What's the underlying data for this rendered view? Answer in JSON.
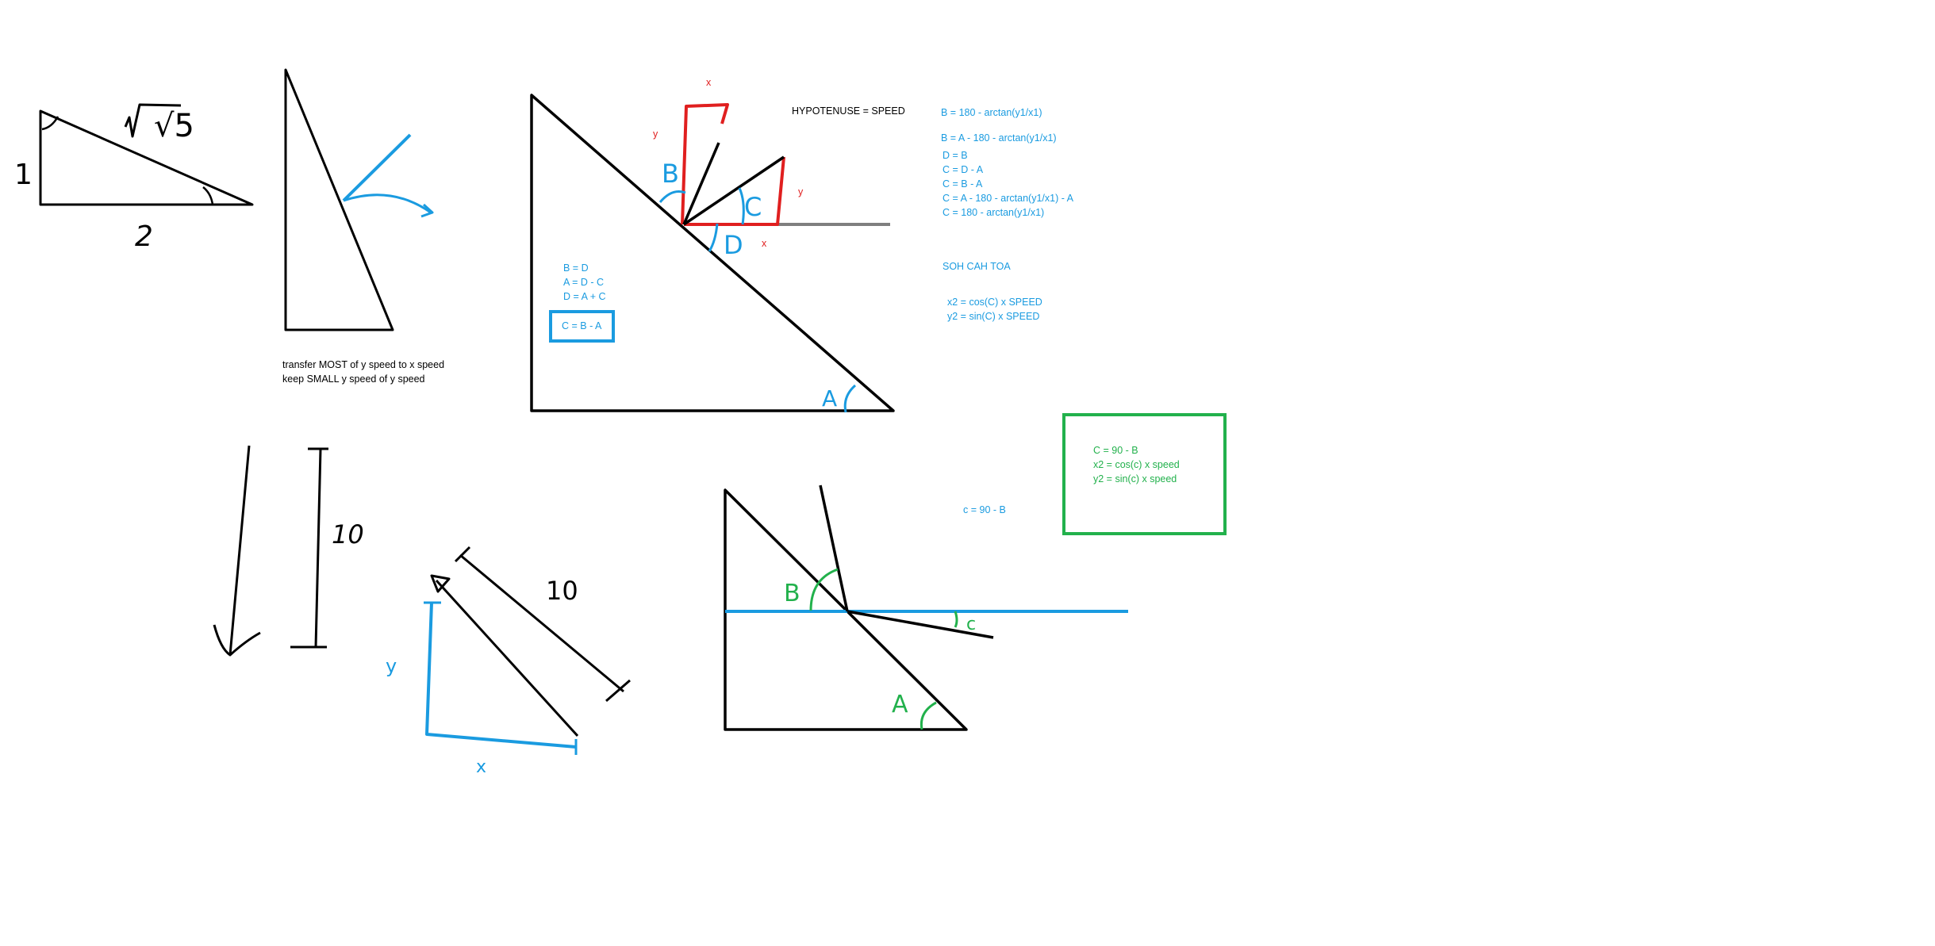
{
  "colors": {
    "black": "#000000",
    "blue": "#1a9be0",
    "red": "#e01f1f",
    "green": "#22b14c",
    "gray": "#7f7f7f"
  },
  "fig1": {
    "side_vertical": "1",
    "side_horizontal": "2",
    "hypotenuse": "√5"
  },
  "fig2": {
    "note_line1": "transfer MOST of y speed to x speed",
    "note_line2": "keep SMALL y speed of y speed"
  },
  "fig3": {
    "title": "HYPOTENUSE = SPEED",
    "angle_A": "A",
    "angle_B": "B",
    "angle_C": "C",
    "angle_D": "D",
    "x_top": "x",
    "y_left": "y",
    "y_right": "y",
    "x_bottom": "x",
    "eq_BD": "B = D",
    "eq_ADC": "A = D - C",
    "eq_DAC": "D = A + C",
    "boxed": "C = B - A"
  },
  "right_notes": {
    "l1": "B = 180 - arctan(y1/x1)",
    "l2": "B = A - 180 - arctan(y1/x1)",
    "l3": "D = B",
    "l4": "C = D - A",
    "l5": "C = B - A",
    "l6": "C = A - 180 - arctan(y1/x1) - A",
    "l7": "C = 180 - arctan(y1/x1)",
    "soh": "SOH CAH TOA",
    "x2": "x2 = cos(C) x SPEED",
    "y2": "y2 = sin(C) x SPEED"
  },
  "fig4": {
    "length": "10"
  },
  "fig5": {
    "length": "10",
    "y": "y",
    "x": "x"
  },
  "fig6": {
    "angle_B": "B",
    "angle_A": "A",
    "angle_c": "c",
    "note": "c = 90 - B"
  },
  "green_box": {
    "l1": "C = 90 - B",
    "l2": "x2 = cos(c) x speed",
    "l3": "y2 = sin(c) x speed"
  }
}
